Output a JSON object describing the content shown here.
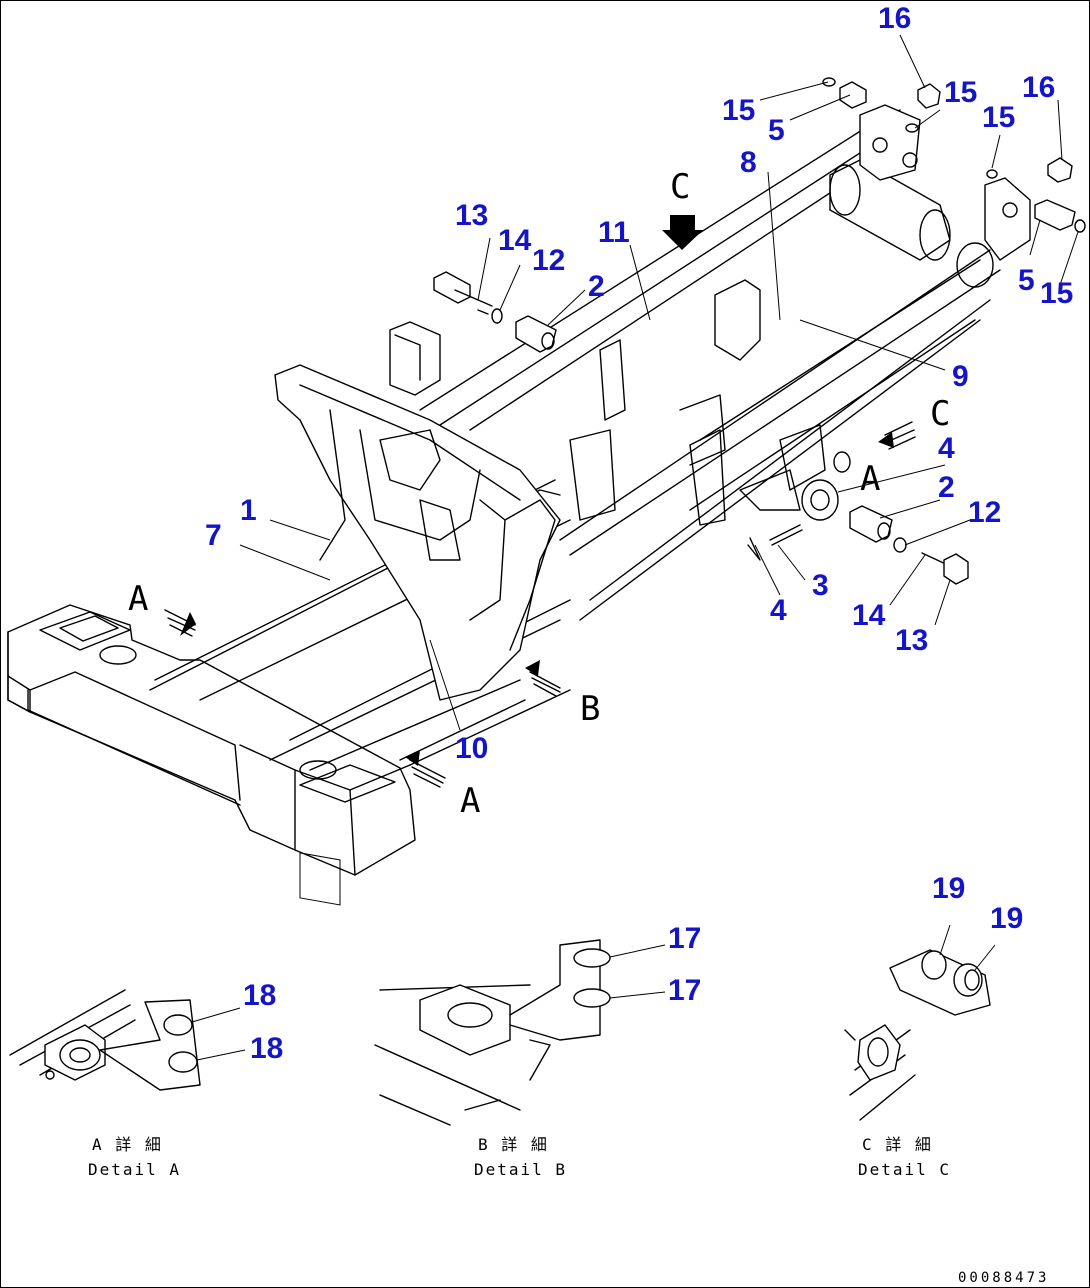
{
  "callouts": [
    {
      "id": "c1",
      "text": "1"
    },
    {
      "id": "c2a",
      "text": "2"
    },
    {
      "id": "c2b",
      "text": "2"
    },
    {
      "id": "c3",
      "text": "3"
    },
    {
      "id": "c4a",
      "text": "4"
    },
    {
      "id": "c4b",
      "text": "4"
    },
    {
      "id": "c5a",
      "text": "5"
    },
    {
      "id": "c5b",
      "text": "5"
    },
    {
      "id": "c7",
      "text": "7"
    },
    {
      "id": "c8",
      "text": "8"
    },
    {
      "id": "c9",
      "text": "9"
    },
    {
      "id": "c10",
      "text": "10"
    },
    {
      "id": "c11",
      "text": "11"
    },
    {
      "id": "c12a",
      "text": "12"
    },
    {
      "id": "c12b",
      "text": "12"
    },
    {
      "id": "c13a",
      "text": "13"
    },
    {
      "id": "c13b",
      "text": "13"
    },
    {
      "id": "c14a",
      "text": "14"
    },
    {
      "id": "c14b",
      "text": "14"
    },
    {
      "id": "c15a",
      "text": "15"
    },
    {
      "id": "c15b",
      "text": "15"
    },
    {
      "id": "c15c",
      "text": "15"
    },
    {
      "id": "c15d",
      "text": "15"
    },
    {
      "id": "c16a",
      "text": "16"
    },
    {
      "id": "c16b",
      "text": "16"
    },
    {
      "id": "c17a",
      "text": "17"
    },
    {
      "id": "c17b",
      "text": "17"
    },
    {
      "id": "c18a",
      "text": "18"
    },
    {
      "id": "c18b",
      "text": "18"
    },
    {
      "id": "c19a",
      "text": "19"
    },
    {
      "id": "c19b",
      "text": "19"
    }
  ],
  "view_markers": {
    "a_left": "A",
    "a_bottom": "A",
    "b": "B",
    "c_top": "C",
    "c_right": "C",
    "a_right": "A"
  },
  "details": [
    {
      "jp": "A 詳 細",
      "en": "Detail A"
    },
    {
      "jp": "B 詳 細",
      "en": "Detail B"
    },
    {
      "jp": "C 詳 細",
      "en": "Detail C"
    }
  ],
  "doc_id": "00088473",
  "colors": {
    "callout": "#1414c8",
    "line": "#000000"
  }
}
